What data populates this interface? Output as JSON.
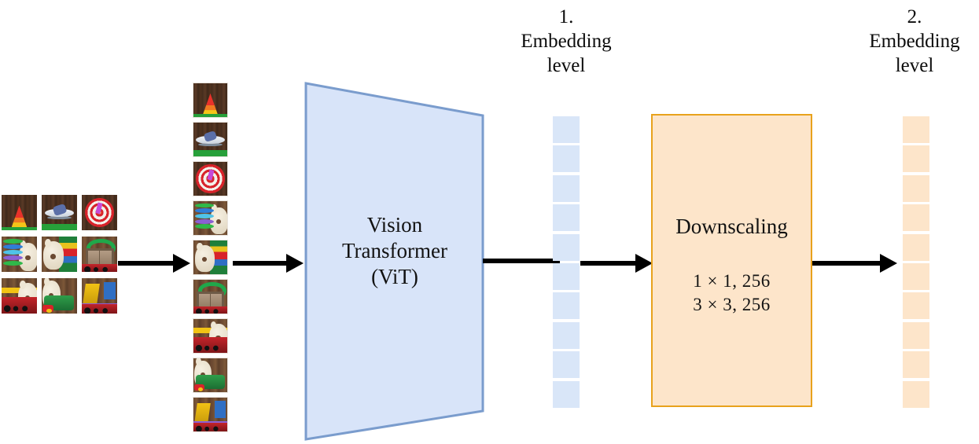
{
  "diagram": {
    "title": "Vision Transformer embedding pipeline",
    "colors": {
      "vit_fill": "#d8e4f9",
      "vit_stroke": "#7a9ccd",
      "embedding1_fill": "#d9e6f8",
      "embedding2_fill": "#fde5ca",
      "downscaling_fill": "#fde5ca",
      "downscaling_stroke": "#e8a21c",
      "arrow": "#000000"
    }
  },
  "source_grid": {
    "name": "input image grid",
    "rows": 3,
    "cols": 3,
    "tiles": [
      "red-traffic-cone-toy-on-wood",
      "toy-airplane-on-wood",
      "green-red-dartboard-toy",
      "stacking-rings-and-teddy-bear",
      "teddy-bear-with-building-blocks",
      "toy-shelf-with-cars-and-hoop",
      "toy-cars-and-teddy-bear",
      "teddy-bear-with-green-toy-truck",
      "toy-construction-trucks"
    ]
  },
  "patch_column": {
    "name": "image patch sequence",
    "count": 9,
    "tiles": [
      "red-traffic-cone-toy-on-wood",
      "toy-airplane-on-wood",
      "green-red-dartboard-toy",
      "stacking-rings-and-teddy-bear",
      "teddy-bear-with-building-blocks",
      "toy-shelf-with-cars-and-hoop",
      "toy-cars-and-teddy-bear",
      "teddy-bear-with-green-toy-truck",
      "toy-construction-trucks"
    ]
  },
  "vit": {
    "line1": "Vision",
    "line2": "Transformer",
    "line3": "(ViT)"
  },
  "embedding_level_1": {
    "label_line1": "1.",
    "label_line2": "Embedding",
    "label_line3": "level",
    "block_count": 10
  },
  "downscaling": {
    "title": "Downscaling",
    "line1": "1 × 1, 256",
    "line2": "3 × 3, 256"
  },
  "embedding_level_2": {
    "label_line1": "2.",
    "label_line2": "Embedding",
    "label_line3": "level",
    "block_count": 10
  },
  "arrows": [
    {
      "name": "arrow-grid-to-patches"
    },
    {
      "name": "arrow-patches-to-vit"
    },
    {
      "name": "arrow-vit-to-embedding1"
    },
    {
      "name": "arrow-embedding1-to-downscaling"
    },
    {
      "name": "arrow-downscaling-to-embedding2"
    }
  ]
}
